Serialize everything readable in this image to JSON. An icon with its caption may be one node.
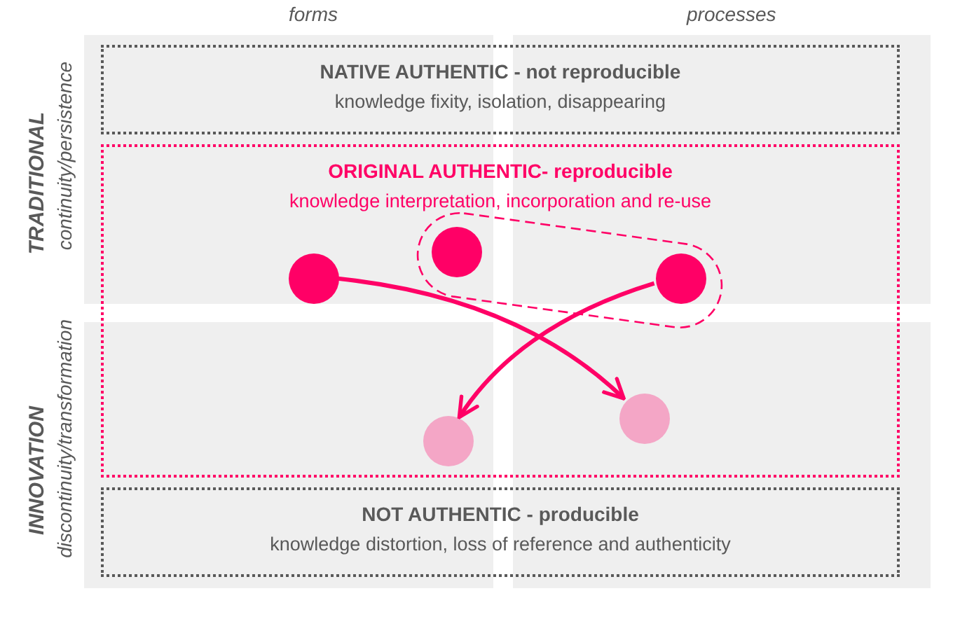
{
  "diagram": {
    "nodes": [
      {
        "text": [
          "NATIVE AUTHENTIC - not reproducible",
          "knowledge fixity, isolation, disappearing"
        ]
      },
      {
        "text": [
          "ORIGINAL AUTHENTIC- reproducible",
          "knowledge interpretation, incorporation and re-use"
        ]
      },
      {
        "text": [],
        "shape": "ellipse",
        "in": 1
      },
      {
        "text": [],
        "shape": "circle",
        "in": 1
      },
      {
        "text": [],
        "shape": "circle",
        "in": 2
      },
      {
        "text": [],
        "shape": "circle",
        "in": 2
      },
      {
        "text": [],
        "shape": "circle",
        "in": 1
      },
      {
        "text": [],
        "shape": "circle",
        "in": 1
      },
      {
        "text": [
          "NOT AUTHENTIC - producible",
          "knowledge distortion, loss of reference and authenticity"
        ]
      }
    ],
    "edges": [
      {
        "from": 3,
        "to": 7,
        "arrow": "to"
      },
      {
        "from": 5,
        "to": 6,
        "arrow": "to"
      }
    ],
    "labels": [
      "forms",
      "processes",
      "TRADITIONAL",
      "continuity/persistence",
      "INNOVATION",
      "discontinuity/transformation"
    ]
  }
}
